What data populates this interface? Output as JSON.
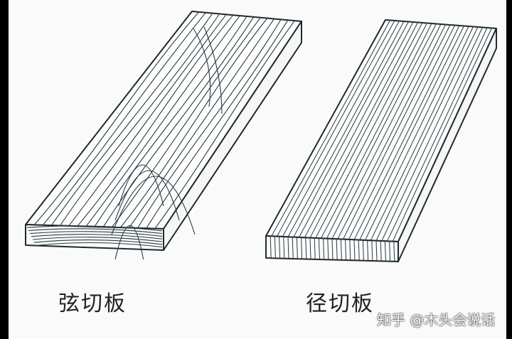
{
  "labels": {
    "flat_sawn": "弦切板",
    "quarter_sawn": "径切板"
  },
  "watermark": "知乎 @木头会说话",
  "colors": {
    "outline": "#1f2a2e",
    "grain": "#2b3a3f",
    "paper": "#fafafa",
    "frame": "#000000"
  }
}
